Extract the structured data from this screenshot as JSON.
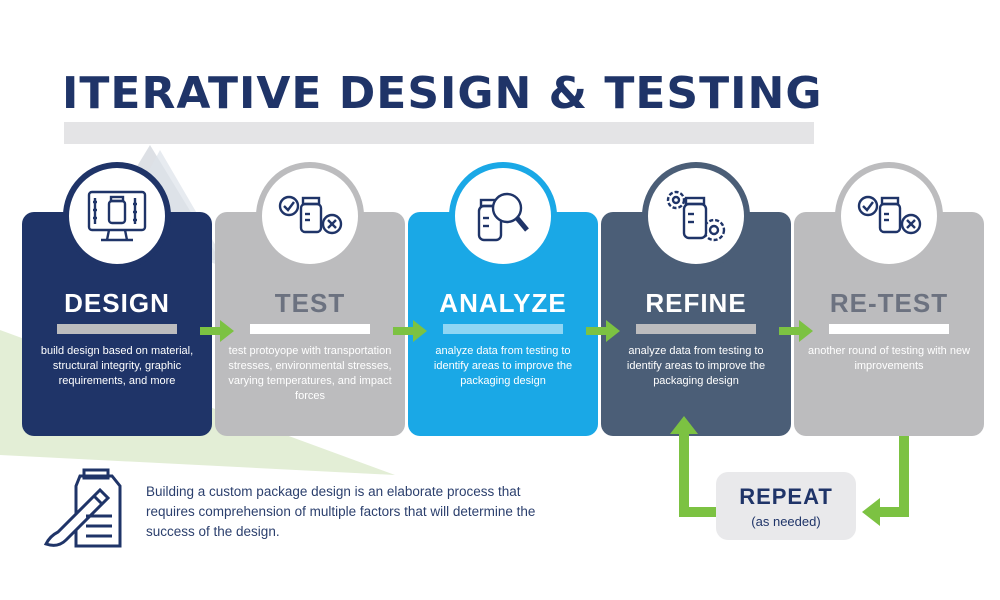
{
  "title": "ITERATIVE DESIGN & TESTING",
  "colors": {
    "navy": "#1f3468",
    "gray": "#bcbcbe",
    "blue": "#1aa8e6",
    "slate": "#4b5e77",
    "green": "#7cc242",
    "repeat_bg": "#e9e9eb"
  },
  "steps": [
    {
      "title": "DESIGN",
      "icon": "monitor-jar-icon",
      "description": "build design based on material, structural integrity, graphic requirements, and more"
    },
    {
      "title": "TEST",
      "icon": "jar-check-x-icon",
      "description": "test protoyope with transportation stresses, environmental stresses, varying temperatures, and impact forces"
    },
    {
      "title": "ANALYZE",
      "icon": "jar-magnifier-icon",
      "description": "analyze data from testing to identify areas to improve the packaging design"
    },
    {
      "title": "REFINE",
      "icon": "jar-gears-icon",
      "description": "analyze data from testing to identify areas to improve the packaging design"
    },
    {
      "title": "RE-TEST",
      "icon": "jar-check-x-icon",
      "description": "another round of testing with new improvements"
    }
  ],
  "repeat": {
    "title": "REPEAT",
    "subtitle": "(as needed)"
  },
  "footer": {
    "icon": "package-pen-icon",
    "text": "Building a custom package design is an elaborate process that requires comprehension of multiple factors that will determine the success of the design."
  }
}
